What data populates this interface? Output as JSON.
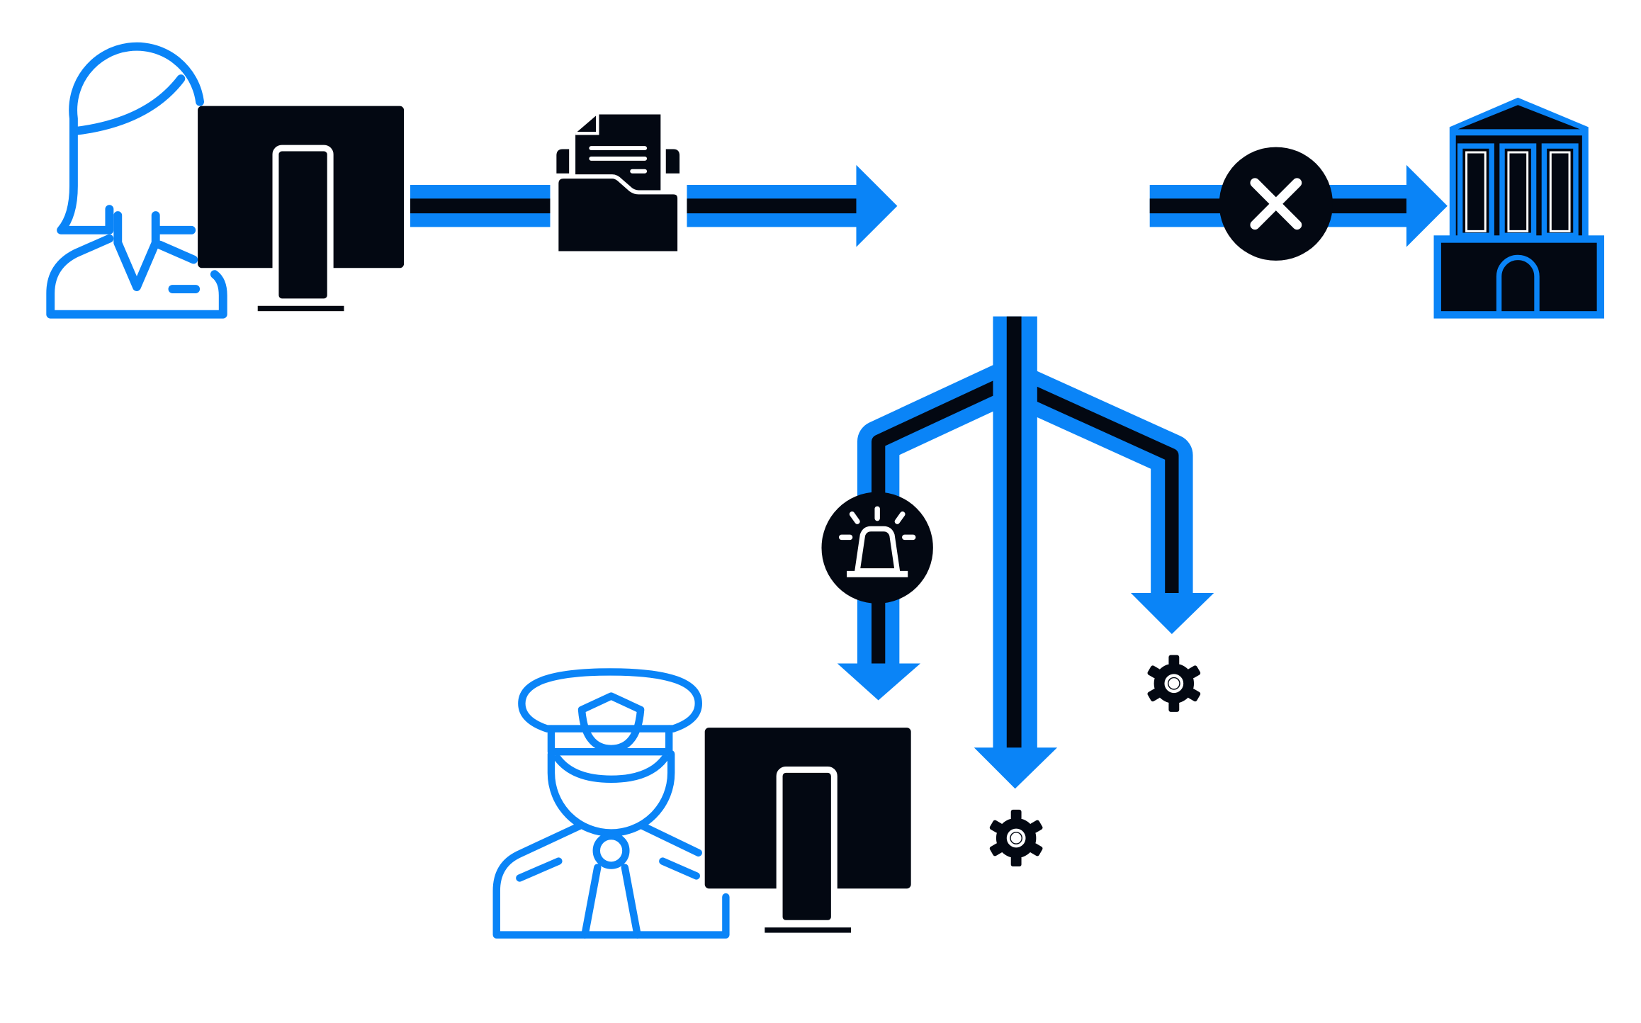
{
  "colors": {
    "accent": "#0a84f7",
    "ink": "#030812",
    "background": "#ffffff",
    "line_white": "#ffffff"
  },
  "nodes": [
    {
      "id": "clerk",
      "icon": "woman-at-computer-icon",
      "role": "source"
    },
    {
      "id": "document",
      "icon": "document-folder-icon",
      "role": "artifact"
    },
    {
      "id": "blocked",
      "icon": "cross-circle-icon",
      "role": "rejection-marker"
    },
    {
      "id": "institution",
      "icon": "government-building-icon",
      "role": "destination"
    },
    {
      "id": "alarm",
      "icon": "siren-icon",
      "role": "alert-marker"
    },
    {
      "id": "officer",
      "icon": "police-officer-at-computer-icon",
      "role": "recipient"
    },
    {
      "id": "process-center",
      "icon": "gear-icon",
      "role": "process-endpoint"
    },
    {
      "id": "process-right",
      "icon": "gear-icon",
      "role": "process-endpoint"
    }
  ],
  "edges": [
    {
      "from": "clerk",
      "to": "document",
      "arrowhead": false
    },
    {
      "from": "document",
      "to": "split-gap",
      "arrowhead": true
    },
    {
      "from": "blocked",
      "to": "institution",
      "arrowhead": true
    },
    {
      "from": "fork",
      "to": "officer",
      "via": "alarm",
      "arrowhead": true
    },
    {
      "from": "fork",
      "to": "process-center",
      "arrowhead": true
    },
    {
      "from": "fork",
      "to": "process-right",
      "arrowhead": true
    }
  ]
}
